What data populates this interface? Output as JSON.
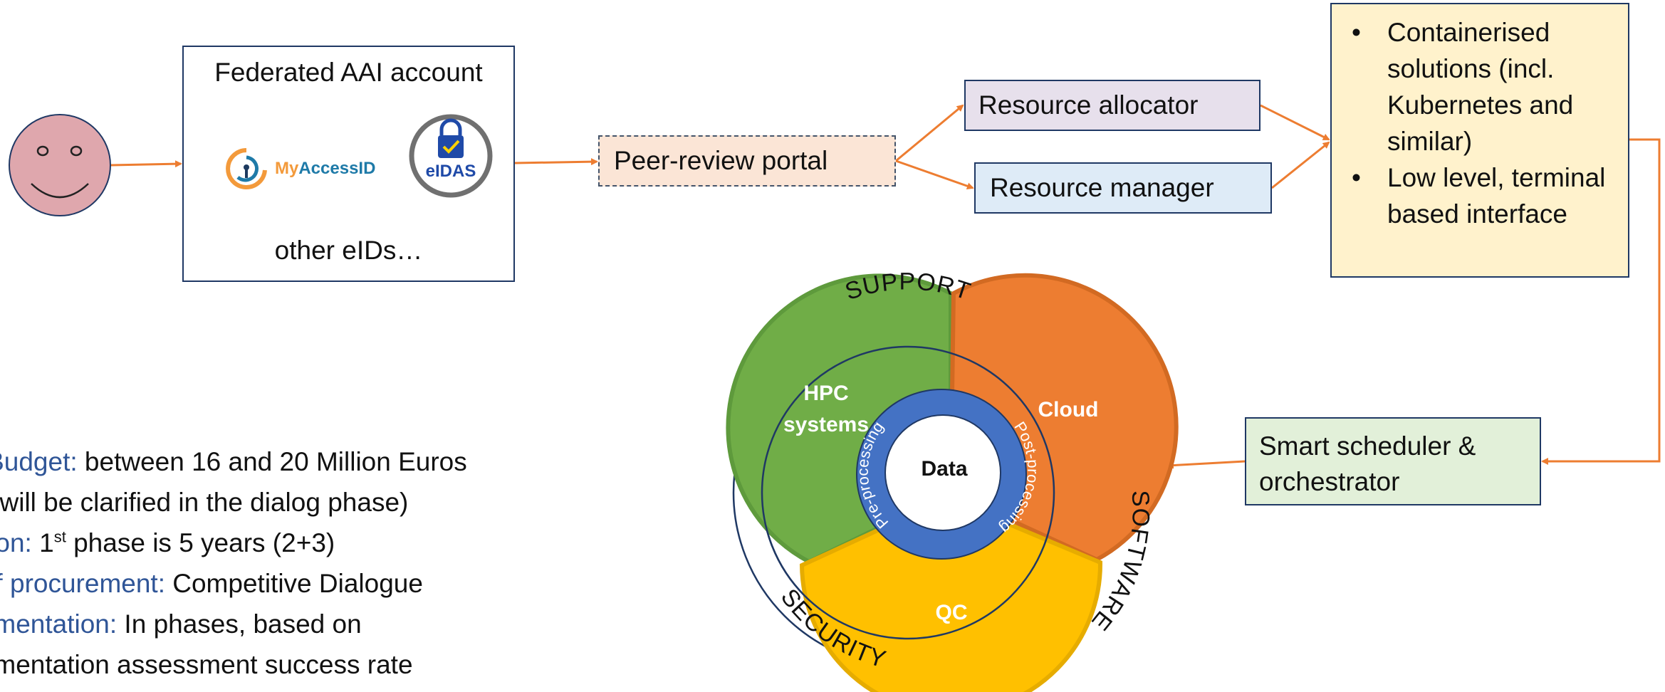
{
  "aai": {
    "title": "Federated AAI account",
    "myaccessid_my": "My",
    "myaccessid_rest": "AccessID",
    "eidas": "eIDAS",
    "other": "other eIDs…"
  },
  "flow": {
    "peer_review": "Peer-review portal",
    "resource_allocator": "Resource allocator",
    "resource_manager": "Resource manager",
    "options": [
      "Containerised solutions (incl. Kubernetes and similar)",
      "Low level, terminal based interface"
    ],
    "bullet": "•",
    "scheduler_line1": "Smart scheduler &",
    "scheduler_line2": "orchestrator"
  },
  "ring": {
    "outer_top": "SUPPORT",
    "outer_right": "SOFTWARE",
    "outer_bottom": "SECURITY",
    "hpc_line1": "HPC",
    "hpc_line2": "systems",
    "cloud": "Cloud",
    "qc": "QC",
    "pre": "Pre-processing",
    "post": "Post-processing",
    "center": "Data"
  },
  "info": [
    {
      "key": "al Budget:",
      "value": "  between 16 and 20 Million Euros"
    },
    {
      "key": "",
      "value": "F) (will be clarified in the dialog phase)"
    },
    {
      "key": "ration:",
      "value": " 1",
      "sup": "st",
      "value_after": " phase is 5 years (2+3)"
    },
    {
      "key": "e of procurement:",
      "value": " Competitive Dialogue"
    },
    {
      "key": "plementation:",
      "value": " In phases, based on"
    },
    {
      "key": "",
      "value": "plementation assessment success rate"
    }
  ],
  "colors": {
    "arrow": "#ed7d31",
    "navy": "#1f3864",
    "green": "#70ad47",
    "orange": "#ed7d31",
    "yellow": "#ffc000",
    "blue": "#4472c4",
    "face": "#dfa7ad",
    "label_blue": "#2f5597"
  }
}
